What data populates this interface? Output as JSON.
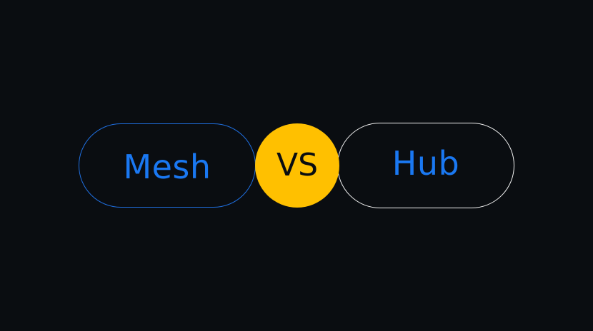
{
  "comparison": {
    "left": {
      "label": "Mesh",
      "border_color": "#1f6fe0",
      "text_color": "#1a78f2"
    },
    "separator": {
      "label": "VS",
      "background_color": "#ffc000",
      "text_color": "#0a0d11"
    },
    "right": {
      "label": "Hub",
      "border_color": "#f2f2f2",
      "text_color": "#1a78f2"
    }
  },
  "background_color": "#0a0d11"
}
